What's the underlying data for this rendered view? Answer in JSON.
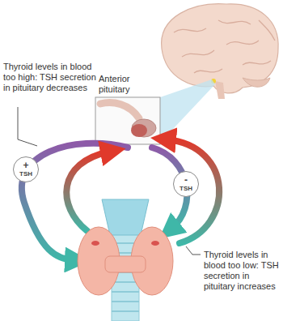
{
  "diagram": {
    "nodes": [
      {
        "text": [
          "+",
          "TSH"
        ]
      },
      {
        "text": [
          "-",
          "TSH"
        ]
      }
    ],
    "labels": [
      "Anterior pituitary",
      "Thyroid levels in blood too high: TSH secretion in pituitary decreases",
      "Thyroid levels in blood too low: TSH secretion in pituitary increases"
    ]
  }
}
